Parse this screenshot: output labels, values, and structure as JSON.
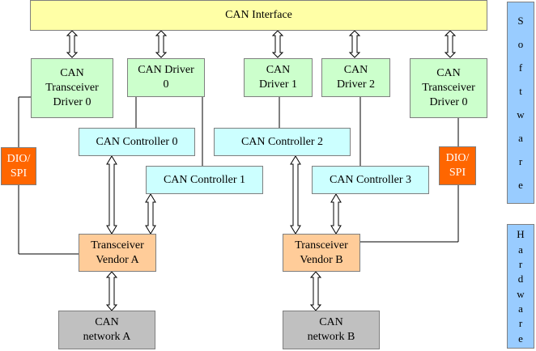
{
  "interface": "CAN Interface",
  "drivers": {
    "transceiver_driver_left": "CAN\nTransceiver\nDriver 0",
    "driver0": "CAN Driver\n0",
    "driver1": "CAN\nDriver 1",
    "driver2": "CAN\nDriver 2",
    "transceiver_driver_right": "CAN\nTransceiver\nDriver 0"
  },
  "controllers": {
    "c0": "CAN Controller 0",
    "c1": "CAN Controller 1",
    "c2": "CAN Controller 2",
    "c3": "CAN Controller 3"
  },
  "dio": {
    "left": "DIO/\nSPI",
    "right": "DIO/\nSPI"
  },
  "transceivers": {
    "a": "Transceiver\nVendor A",
    "b": "Transceiver\nVendor B"
  },
  "networks": {
    "a": "CAN\nnetwork A",
    "b": "CAN\nnetwork B"
  },
  "side_labels": {
    "software": [
      "S",
      "o",
      "f",
      "t",
      "w",
      "a",
      "r",
      "e"
    ],
    "hardware": [
      "H",
      "a",
      "r",
      "d",
      "w",
      "a",
      "r",
      "e"
    ]
  }
}
